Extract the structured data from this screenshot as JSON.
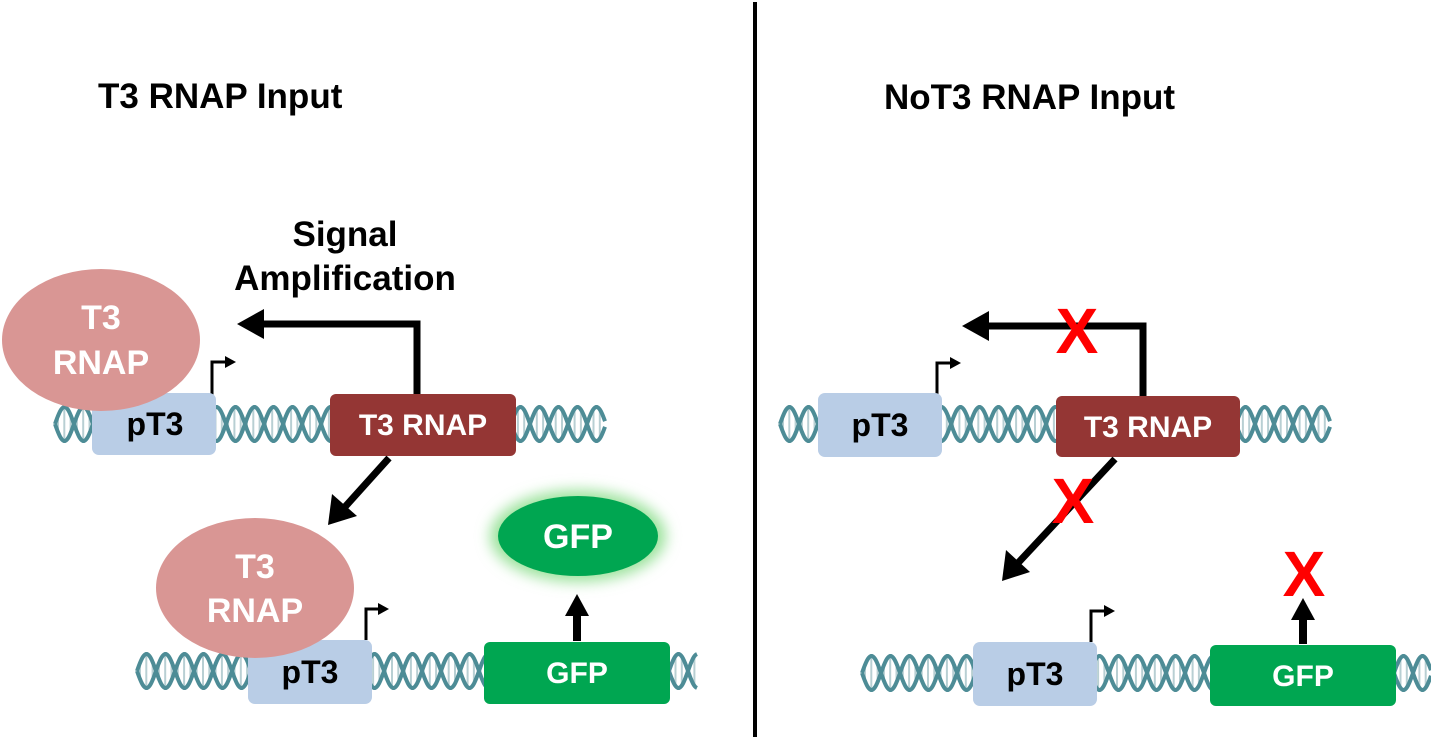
{
  "left_panel": {
    "title": "T3 RNAP Input",
    "signal_line1": "Signal",
    "signal_line2": "Amplification",
    "rnap_oval_top": {
      "line1": "T3",
      "line2": "RNAP"
    },
    "rnap_oval_bottom": {
      "line1": "T3",
      "line2": "RNAP"
    },
    "promoter_top": "pT3",
    "gene_rnap": "T3 RNAP",
    "promoter_bottom": "pT3",
    "gene_gfp": "GFP",
    "gfp_protein": "GFP"
  },
  "right_panel": {
    "title": "NoT3 RNAP Input",
    "promoter_top": "pT3",
    "gene_rnap": "T3 RNAP",
    "promoter_bottom": "pT3",
    "gene_gfp": "GFP",
    "block_mark": "X"
  },
  "colors": {
    "promoter_box": "#b9cde6",
    "rnap_gene_box": "#943634",
    "gfp_gene_box": "#00a651",
    "rnap_oval": "#d99694",
    "gfp_glow": "#9be29b",
    "block_x": "#ff0000",
    "dna_strand": "#4d8c96",
    "dna_rung": "#b8cfd3"
  }
}
